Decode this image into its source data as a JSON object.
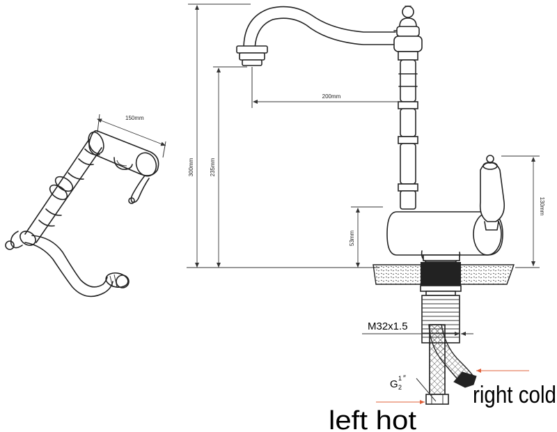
{
  "dimensions": {
    "top_width": "150mm",
    "reach": "200mm",
    "total_height": "300mm",
    "spout_height": "235mm",
    "base_height": "53mm",
    "handle_height": "130mm"
  },
  "labels": {
    "thread": "M32x1.5",
    "connector": "G",
    "connector_fraction_num": "1",
    "connector_fraction_den": "2",
    "connector_inch": "″",
    "right_cold": "right cold",
    "left_hot": "left hot"
  },
  "colors": {
    "line": "#222222",
    "arrow": "#e0603a",
    "hose_hatch": "#555555"
  }
}
